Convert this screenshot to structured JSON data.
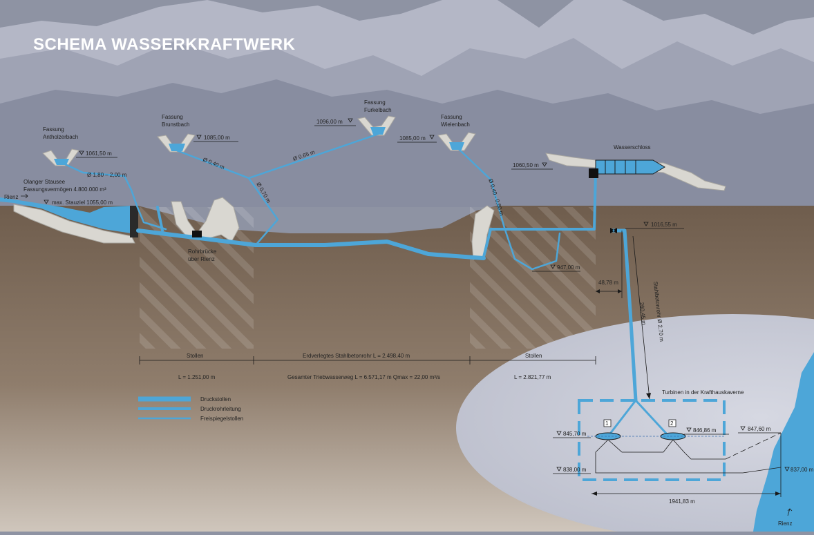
{
  "title": "SCHEMA WASSERKRAFTWERK",
  "colors": {
    "water": "#4da6d8",
    "earth": "#7a6757",
    "sky": "#8e93a3",
    "mountains_far": "#b3b6c4",
    "mountains_mid": "#9da1b2",
    "cavern": "#c7cad6"
  },
  "intakes": {
    "antholzerbach": {
      "name_line1": "Fassung",
      "name_line2": "Antholzerbach",
      "level": "1061,50 m"
    },
    "brunstbach": {
      "name_line1": "Fassung",
      "name_line2": "Brunstbach",
      "level": "1085,00 m"
    },
    "furkelbach": {
      "name_line1": "Fassung",
      "name_line2": "Furkelbach",
      "level": "1096,00 m"
    },
    "wielenbach": {
      "name_line1": "Fassung",
      "name_line2": "Wielenbach",
      "level": "1085,00 m"
    }
  },
  "reservoir": {
    "name": "Olanger Stausee",
    "capacity": "Fassungsvermögen 4.800.000 m³",
    "max_level": "max. Stauziel 1055,00 m",
    "river_left": "Rienz"
  },
  "pipe_labels": {
    "d_antholz": "Ø 1,80 – 2,00 m",
    "d_brunst": "Ø 0,40 m",
    "d_furkel": "Ø 0,65 m",
    "d_main": "Ø 0,70 m",
    "d_wielen": "Ø 0,40 - 0,50 m"
  },
  "bridge": {
    "line1": "Rohrbrücke",
    "line2": "über Rienz"
  },
  "surge_tank": {
    "name": "Wasserschloss",
    "level": "1060,50 m"
  },
  "levels": {
    "valve": "1016,55 m",
    "siphon": "947,00 m"
  },
  "penstock": {
    "horizontal": "48,78 m",
    "length": "260,45 m",
    "label": "Stahlbetonrohr  Ø 2,70 m"
  },
  "segments": {
    "stollen_left": "Stollen",
    "erdverlegt": "Erdverlegtes Stahlbetonrohr   L = 2.498,40 m",
    "stollen_right": "Stollen",
    "l_left": "L = 1.251,00 m",
    "gesamt": "Gesamter Triebwasserweg   L = 6.571,17 m    Qmax = 22,00 m³/s",
    "l_right": "L = 2.821,77 m"
  },
  "legend": [
    {
      "label": "Druckstollen",
      "width": 7
    },
    {
      "label": "Druckrohrleitung",
      "width": 4
    },
    {
      "label": "Freispiegelstollen",
      "width": 2.5
    }
  ],
  "cavern": {
    "title": "Turbinen in der Krafthauskaverne",
    "turbine1": "1",
    "turbine2": "2",
    "level_t1": "845,70 m",
    "level_t2": "846,86 m",
    "level_floor": "838,00 m",
    "level_river_high": "847,60 m",
    "level_river_low": "837,00 m",
    "tailrace_length": "1941,83 m",
    "river_right": "Rienz"
  }
}
